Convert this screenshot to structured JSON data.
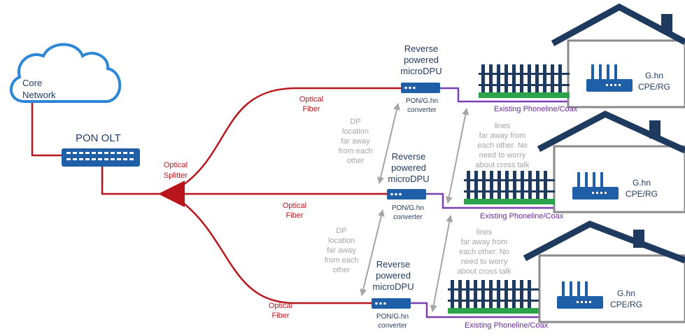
{
  "cloud": {
    "label": "Core\nNetwork"
  },
  "olt": {
    "label": "PON OLT"
  },
  "splitter": {
    "label": "Optical\nSplitter"
  },
  "fibers": [
    {
      "label": "Optical\nFiber"
    },
    {
      "label": "Optical\nFiber"
    },
    {
      "label": "Optical\nFiber"
    }
  ],
  "dpus": [
    {
      "title": "Reverse\npowered\nmicroDPU",
      "sub": "PON/G.hn\nconverter"
    },
    {
      "title": "Reverse\npowered\nmicroDPU",
      "sub": "PON/G.hn\nconverter"
    },
    {
      "title": "Reverse\npowered\nmicroDPU",
      "sub": "PON/G.hn\nconverter"
    }
  ],
  "homes": [
    {
      "cpe": "G.hn\nCPE/RG",
      "line": "Existing Phoneline/Coax"
    },
    {
      "cpe": "G.hn\nCPE/RG",
      "line": "Existing Phoneline/Coax"
    },
    {
      "cpe": "G.hn\nCPE/RG",
      "line": "Existing Phoneline/Coax"
    }
  ],
  "dp_notes": [
    {
      "text": "DP\nlocation\nfar away\nfrom each\nother"
    },
    {
      "text": "DP\nlocation\nfar away\nfrom each\nother"
    }
  ],
  "line_notes": [
    {
      "text": "lines\nfar away from\neach other. No\nneed to worry\nabout cross talk"
    },
    {
      "text": "lines\nfar away from\neach other. No\nneed to worry\nabout cross talk"
    }
  ],
  "colors": {
    "fiber": "#b8161c",
    "copper": "#7a3fb0",
    "device": "#1f5fa8",
    "roof": "#1f3a5f",
    "wall": "#8a8a8a",
    "cloud": "#2e86d6",
    "grass": "#2aa34a",
    "fence": "#1f3a5f"
  }
}
